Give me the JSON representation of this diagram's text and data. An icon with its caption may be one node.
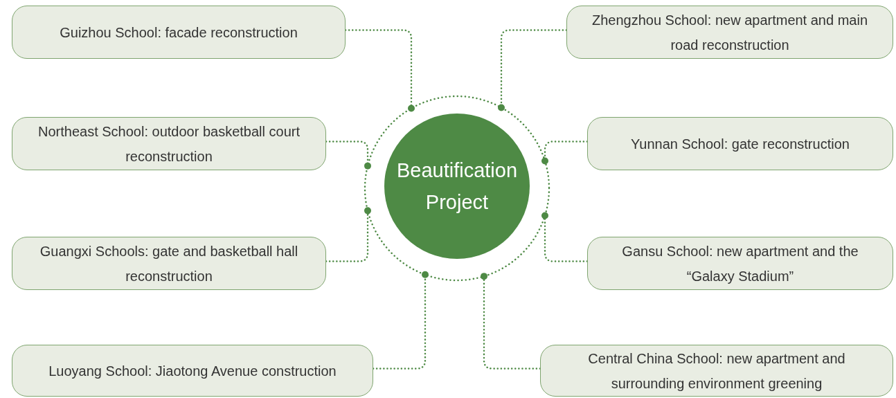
{
  "diagram": {
    "nodes": [
      {
        "text": [],
        "shape": "circle"
      },
      {
        "text": [
          "Beautification Project"
        ],
        "in": 0
      },
      {
        "text": [
          "Guizhou School: facade reconstruction"
        ]
      },
      {
        "text": [
          "Zhengzhou School: new apartment and main road reconstruction"
        ]
      },
      {
        "text": [
          "Northeast School: outdoor basketball court reconstruction"
        ]
      },
      {
        "text": [
          "Yunnan School: gate reconstruction"
        ]
      },
      {
        "text": [
          "Guangxi Schools: gate and basketball hall reconstruction"
        ]
      },
      {
        "text": [
          "Gansu School: new apartment and the “Galaxy Stadium”"
        ]
      },
      {
        "text": [
          "Luoyang School: Jiaotong Avenue construction"
        ]
      },
      {
        "text": [
          "Central China School: new apartment and surrounding environment greening"
        ]
      }
    ],
    "edges": [
      {
        "from": 2,
        "to": 0,
        "arrow": "other"
      },
      {
        "from": 3,
        "to": 0,
        "arrow": "other"
      },
      {
        "from": 4,
        "to": 0,
        "arrow": "other"
      },
      {
        "from": 5,
        "to": 0,
        "arrow": "other"
      },
      {
        "from": 6,
        "to": 0,
        "arrow": "other"
      },
      {
        "from": 7,
        "to": 0,
        "arrow": "other"
      },
      {
        "from": 8,
        "to": 0,
        "arrow": "other"
      },
      {
        "from": 9,
        "to": 0,
        "arrow": "other"
      }
    ]
  }
}
